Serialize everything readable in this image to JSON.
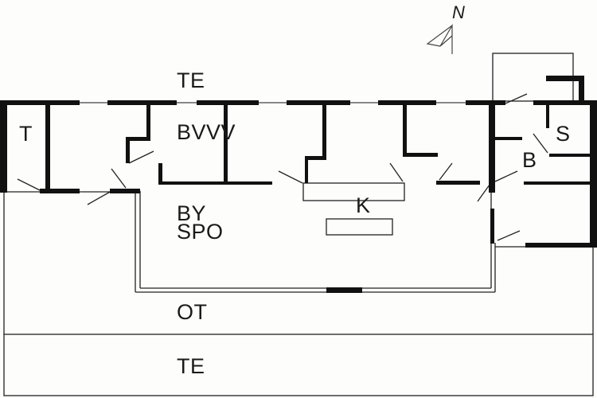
{
  "compass": {
    "label": "N"
  },
  "rooms": {
    "terrace_top": "TE",
    "room_t": "T",
    "room_vvv": "BVVV",
    "living_by": "BY",
    "living_spo": "SPO",
    "kitchen": "K",
    "bath": "B",
    "sauna": "S",
    "outdoor": "OT",
    "terrace_bottom": "TE"
  },
  "colors": {
    "wall": "#111111",
    "line": "#222222",
    "background": "#fdfdfc"
  }
}
